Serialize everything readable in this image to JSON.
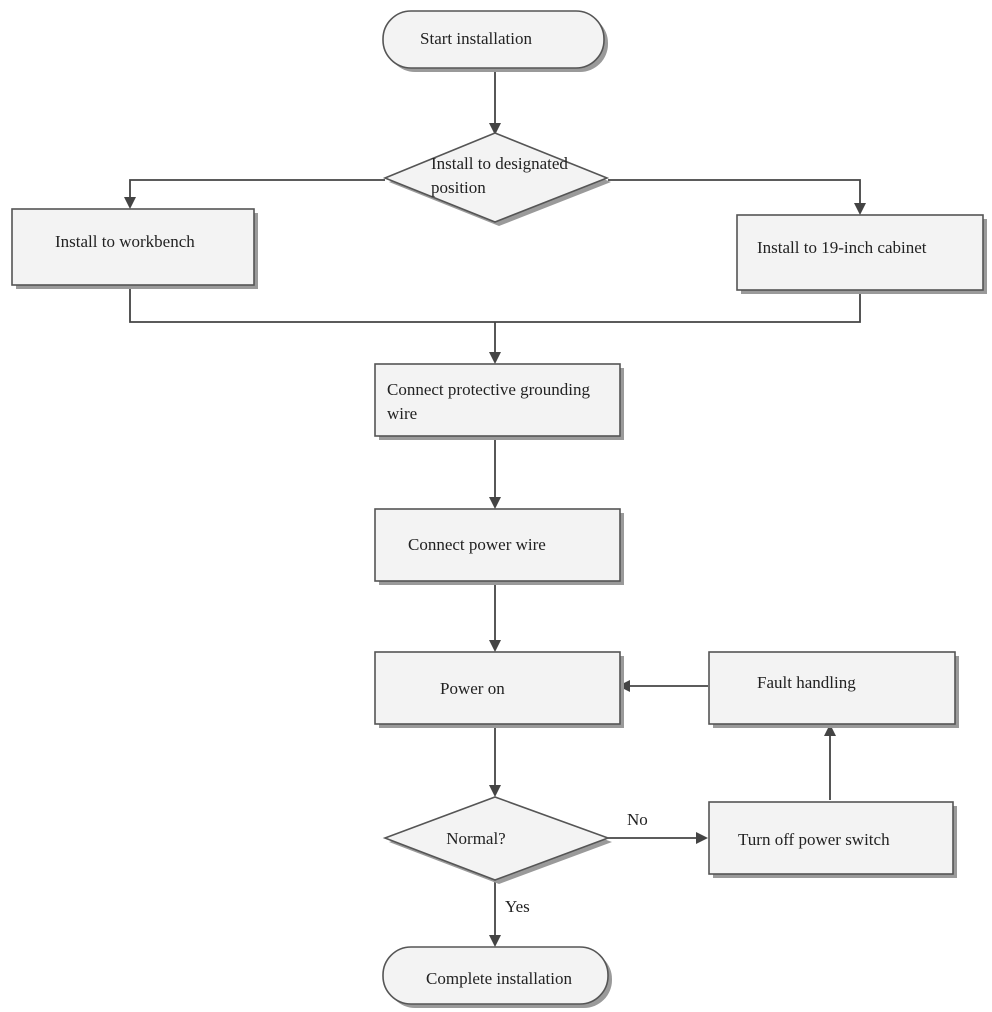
{
  "nodes": {
    "start": "Start installation",
    "decide_position": [
      "Install to designated",
      "position"
    ],
    "workbench": "Install to workbench",
    "cabinet": "Install to 19-inch cabinet",
    "grounding": [
      "Connect protective grounding",
      "wire"
    ],
    "power_wire": "Connect power wire",
    "power_on": "Power on",
    "fault": "Fault handling",
    "normal": "Normal?",
    "turn_off": "Turn off power switch",
    "complete": "Complete installation"
  },
  "edge_labels": {
    "no": "No",
    "yes": "Yes"
  },
  "colors": {
    "box_fill": "#f3f3f3",
    "box_stroke": "#555555",
    "line": "#444444",
    "shadow": "#9a9a9a"
  }
}
